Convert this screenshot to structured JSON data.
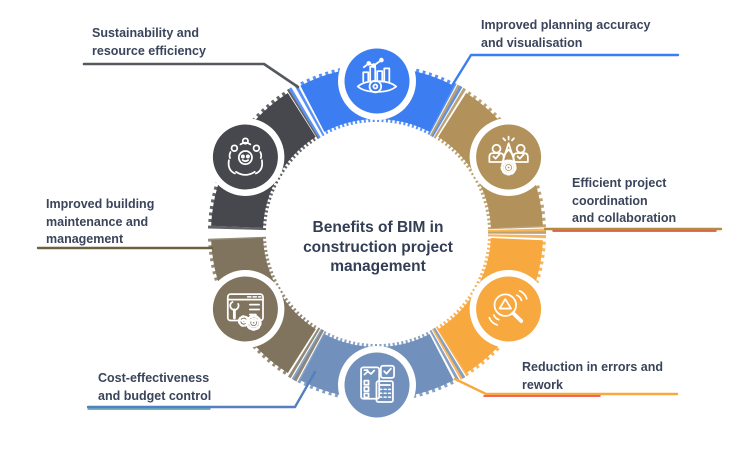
{
  "styles": {
    "background": "#ffffff",
    "label_text_color": "#3a445a",
    "title_text_color": "#333e55",
    "icon_stroke_color": "#ffffff"
  },
  "title": {
    "text": "Benefits of BIM in\nconstruction project\nmanagement"
  },
  "segments": [
    {
      "id": "planning",
      "label": "Improved planning accuracy\nand visualisation",
      "color": "#3c7ef2",
      "line_color": "#3c7ef2",
      "icon": "chart-eye-visualisation-icon"
    },
    {
      "id": "coordination",
      "label": "Efficient project\ncoordination\nand collaboration",
      "color": "#b2925a",
      "line_color": "#b28d3f",
      "line_accent": "#e0392c",
      "icon": "team-collaboration-gear-icon"
    },
    {
      "id": "errors",
      "label": "Reduction in errors and\nrework",
      "color": "#f7a83e",
      "line_color": "#f7a83e",
      "line_accent": "#e0392c",
      "icon": "magnifier-warning-icon"
    },
    {
      "id": "cost",
      "label": "Cost-effectiveness\nand budget control",
      "color": "#7190bb",
      "line_color": "#557fc0",
      "line_accent": "#45a1a6",
      "icon": "calculator-budget-icon"
    },
    {
      "id": "maintenance",
      "label": "Improved building\nmaintenance and\nmanagement",
      "color": "#80745e",
      "line_color": "#6e6140",
      "icon": "browser-wrench-gears-icon"
    },
    {
      "id": "sustainability",
      "label": "Sustainability and\nresource efficiency",
      "color": "#46484e",
      "line_color": "#55585d",
      "icon": "hands-people-sustainability-icon"
    }
  ]
}
